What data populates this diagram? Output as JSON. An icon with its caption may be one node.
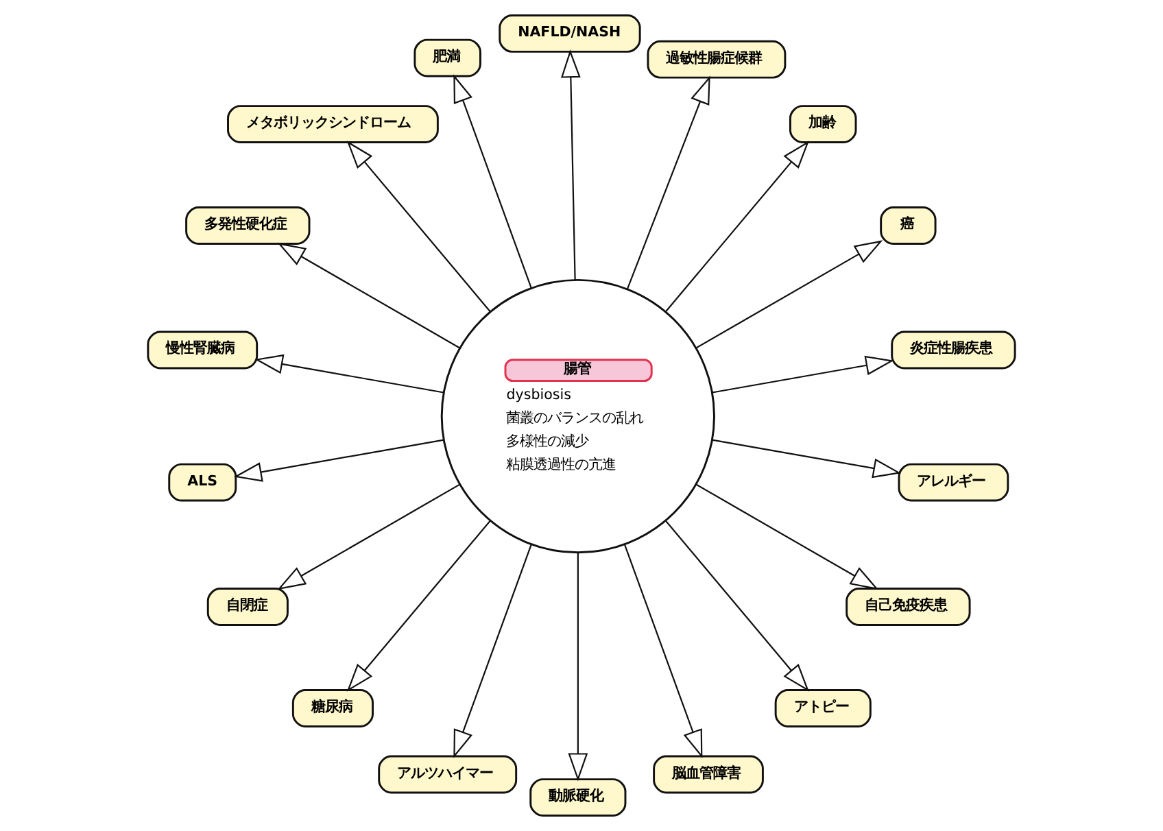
{
  "diagram": {
    "nodes": [
      {
        "text": [
          "腸管",
          "dysbiosis",
          "菌叢のバランスの乱れ",
          "多様性の減少",
          "粘膜透過性の亢進"
        ]
      },
      {
        "text": [
          "炎症性腸疾患"
        ]
      },
      {
        "text": [
          "癌"
        ]
      },
      {
        "text": [
          "加齢"
        ]
      },
      {
        "text": [
          "過敏性腸症候群"
        ]
      },
      {
        "text": [
          "NAFLD/NASH"
        ]
      },
      {
        "text": [
          "肥満"
        ]
      },
      {
        "text": [
          "メタボリックシンドローム"
        ]
      },
      {
        "text": [
          "多発性硬化症"
        ]
      },
      {
        "text": [
          "慢性腎臓病"
        ]
      },
      {
        "text": [
          "ALS"
        ]
      },
      {
        "text": [
          "自閉症"
        ]
      },
      {
        "text": [
          "糖尿病"
        ]
      },
      {
        "text": [
          "アルツハイマー"
        ]
      },
      {
        "text": [
          "動脈硬化"
        ]
      },
      {
        "text": [
          "脳血管障害"
        ]
      },
      {
        "text": [
          "アトピー"
        ]
      },
      {
        "text": [
          "自己免疫疾患"
        ]
      },
      {
        "text": [
          "アレルギー"
        ]
      }
    ],
    "edges": [
      {
        "from": 0,
        "to": 1,
        "arrow": "to"
      },
      {
        "from": 0,
        "to": 4,
        "arrow": "to"
      },
      {
        "from": 0,
        "to": 5,
        "arrow": "to"
      },
      {
        "from": 0,
        "to": 2,
        "arrow": "to"
      },
      {
        "from": 0,
        "to": 3,
        "arrow": "to"
      },
      {
        "from": 0,
        "to": 6,
        "arrow": "to"
      },
      {
        "from": 0,
        "to": 7,
        "arrow": "to"
      },
      {
        "from": 0,
        "to": 9,
        "arrow": "to"
      },
      {
        "from": 0,
        "to": 12,
        "arrow": "to"
      },
      {
        "from": 0,
        "to": 14,
        "arrow": "to"
      },
      {
        "from": 0,
        "to": 15,
        "arrow": "to"
      },
      {
        "from": 0,
        "to": 17,
        "arrow": "to"
      },
      {
        "from": 0,
        "to": 18,
        "arrow": "to"
      },
      {
        "from": 0,
        "to": 16,
        "arrow": "to"
      },
      {
        "from": 0,
        "to": 8,
        "arrow": "to"
      },
      {
        "from": 0,
        "to": 10,
        "arrow": "to"
      },
      {
        "from": 0,
        "to": 11,
        "arrow": "to"
      },
      {
        "from": 0,
        "to": 13,
        "arrow": "to"
      }
    ]
  }
}
